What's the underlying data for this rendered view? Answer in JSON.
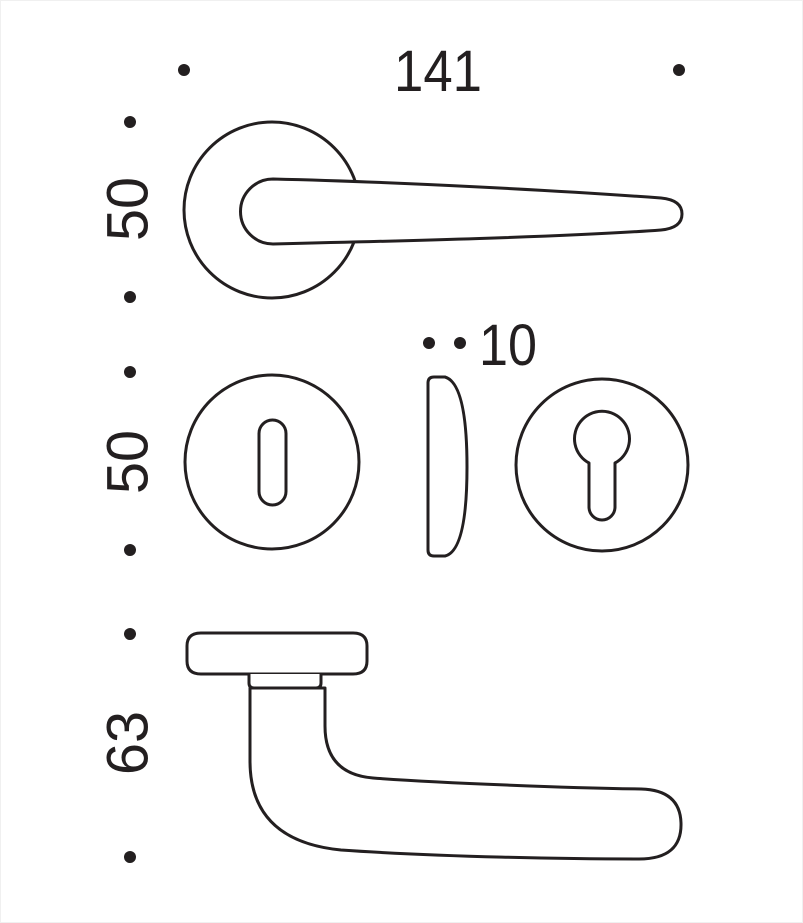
{
  "colors": {
    "line": "#231f20",
    "background": "#ffffff"
  },
  "labels": {
    "overall_length": "141",
    "rose_diameter_top": "50",
    "rose_thickness": "10",
    "rose_diameter_front": "50",
    "handle_height": "63"
  }
}
